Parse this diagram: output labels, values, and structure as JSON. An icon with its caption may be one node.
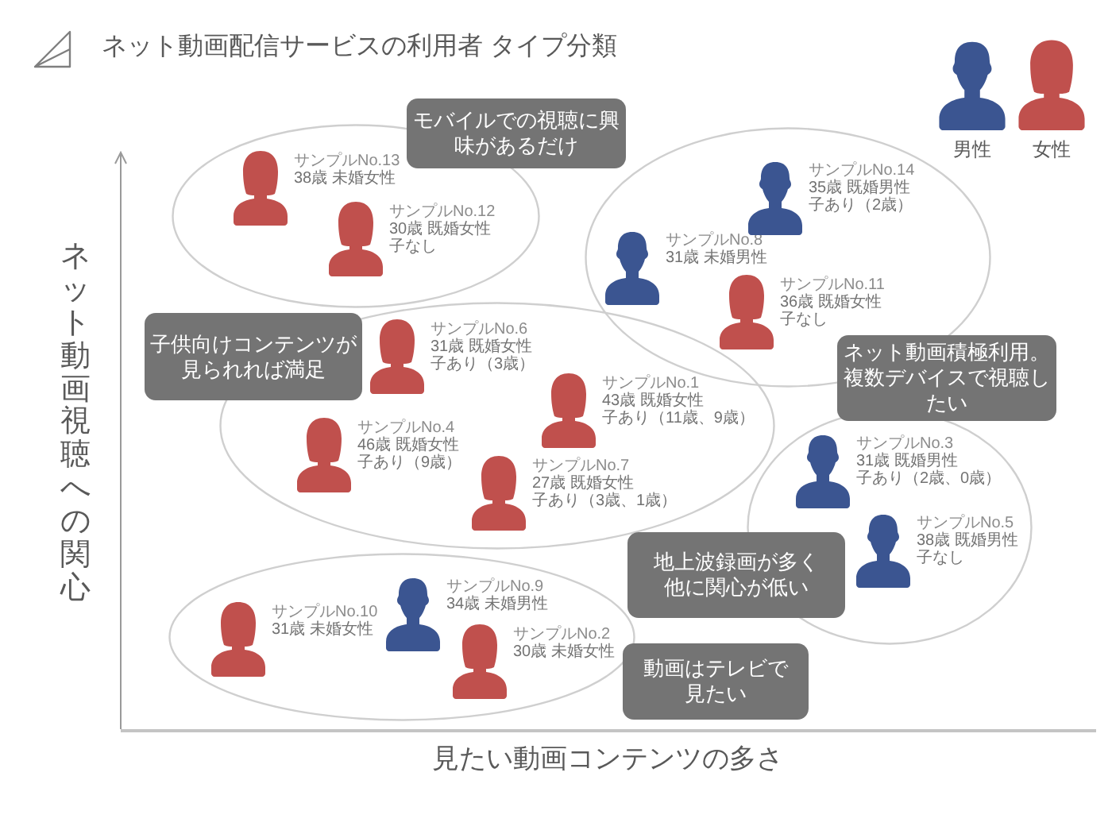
{
  "diagram": {
    "title": "ネット動画配信サービスの利用者 タイプ分類",
    "nodes": [
      {
        "text": [],
        "shape": "ellipse"
      },
      {
        "text": [
          "サンプルNo.13",
          "38歳 未婚女性"
        ],
        "in": 0
      },
      {
        "text": [
          "サンプルNo.12",
          "30歳 既婚女性",
          "子なし"
        ],
        "in": 0
      },
      {
        "text": [
          "モバイルでの視聴に興味があるだけ"
        ]
      },
      {
        "text": [],
        "shape": "ellipse"
      },
      {
        "text": [
          "サンプルNo.8",
          "31歳 未婚男性"
        ],
        "in": 4
      },
      {
        "text": [
          "サンプルNo.14",
          "35歳 既婚男性",
          "子あり（2歳）"
        ],
        "in": 4
      },
      {
        "text": [
          "サンプルNo.11",
          "36歳 既婚女性",
          "子なし"
        ],
        "in": 4
      },
      {
        "text": [
          "ネット動画積極利用。複数デバイスで視聴したい"
        ]
      },
      {
        "text": [
          "子供向けコンテンツが見られれば満足"
        ]
      },
      {
        "text": [],
        "shape": "ellipse"
      },
      {
        "text": [
          "サンプルNo.6",
          "31歳 既婚女性",
          "子あり（3歳）"
        ],
        "in": 10
      },
      {
        "text": [
          "サンプルNo.1",
          "43歳 既婚女性",
          "子あり（11歳、9歳）"
        ],
        "in": 10
      },
      {
        "text": [
          "サンプルNo.4",
          "46歳 既婚女性",
          "子あり（9歳）"
        ],
        "in": 10
      },
      {
        "text": [
          "サンプルNo.7",
          "27歳 既婚女性",
          "子あり（3歳、1歳）"
        ],
        "in": 10
      },
      {
        "text": [],
        "shape": "ellipse"
      },
      {
        "text": [
          "サンプルNo.3",
          "31歳 既婚男性",
          "子あり（2歳、0歳）"
        ],
        "in": 15
      },
      {
        "text": [
          "サンプルNo.5",
          "38歳 既婚男性",
          "子なし"
        ],
        "in": 15
      },
      {
        "text": [
          "地上波録画が多く他に関心が低い"
        ]
      },
      {
        "text": [],
        "shape": "ellipse"
      },
      {
        "text": [
          "サンプルNo.10",
          "31歳 未婚女性"
        ],
        "in": 19
      },
      {
        "text": [
          "サンプルNo.9",
          "34歳 未婚男性"
        ],
        "in": 19
      },
      {
        "text": [
          "サンプルNo.2",
          "30歳 未婚女性"
        ],
        "in": 19
      },
      {
        "text": [
          "動画はテレビで見たい"
        ]
      }
    ],
    "labels": [
      "ネット動画視聴への関心",
      "見たい動画コンテンツの多さ"
    ],
    "legend": [
      {
        "text": "男性",
        "color": "#3b5591"
      },
      {
        "text": "女性",
        "color": "#c0504d"
      }
    ]
  }
}
